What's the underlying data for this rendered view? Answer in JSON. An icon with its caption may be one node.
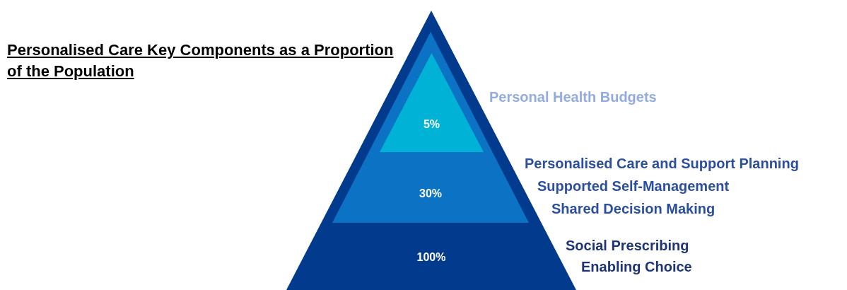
{
  "diagram": {
    "title": "Personalised Care Key Components as a Proportion of the Population",
    "nodes": [
      {
        "text": [
          "100%"
        ],
        "beside": [
          "Social Prescribing",
          "Enabling Choice"
        ]
      },
      {
        "text": [
          "30%"
        ],
        "in": 0,
        "beside": [
          "Personalised Care and Support Planning",
          "Supported Self-Management",
          "Shared Decision Making"
        ]
      },
      {
        "text": [
          "5%"
        ],
        "in": 1,
        "beside": [
          "Personal Health Budgets"
        ]
      }
    ]
  }
}
